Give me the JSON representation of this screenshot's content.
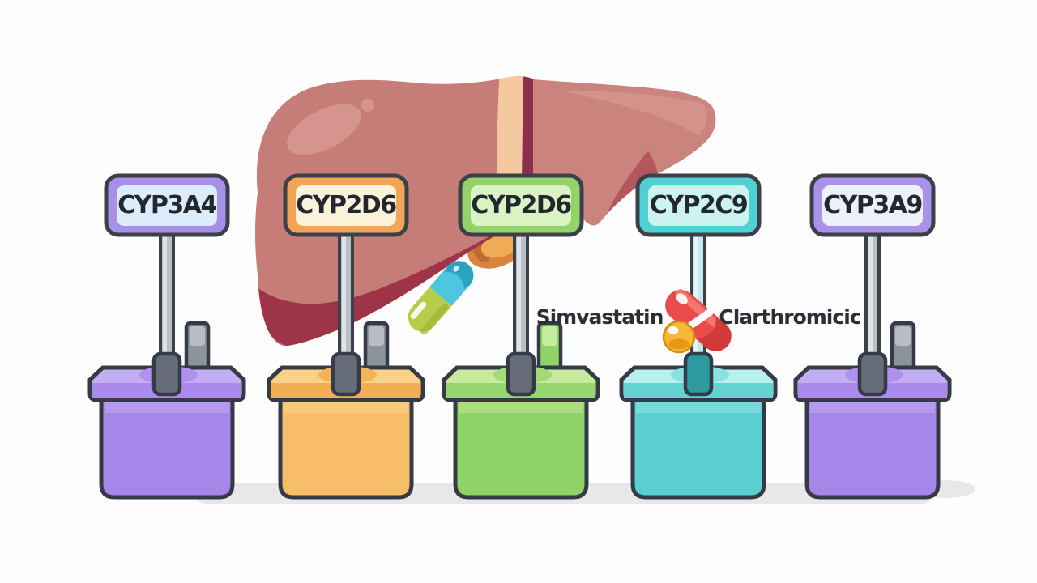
{
  "scene": {
    "background_color": "#fdfdfd",
    "outline_color": "#353b46",
    "ground_shadow_color": "#e8e8ea",
    "text_color": "#23272f"
  },
  "liver": {
    "name": "liver",
    "left_lobe_color": "#c67d78",
    "right_lobe_color": "#cb837d",
    "underside_color": "#9d3447",
    "highlight_color": "#d6948e",
    "ligament_band_color": "#f5c99f",
    "fissure_color": "#8d2e4c",
    "gallbladder_color": "#f0ab57"
  },
  "signs": [
    {
      "label": "CYP3A4",
      "frame_color": "#a88fe7",
      "panel_color": "#dcecfa",
      "post_color": "#b9bfc7"
    },
    {
      "label": "CYP2D6",
      "frame_color": "#f2a557",
      "panel_color": "#faf3da",
      "post_color": "#b9bfc7"
    },
    {
      "label": "CYP2D6",
      "frame_color": "#94d369",
      "panel_color": "#d9f4c2",
      "post_color": "#b9bfc7"
    },
    {
      "label": "CYP2C9",
      "frame_color": "#4fd0d2",
      "panel_color": "#ccf3f0",
      "post_color": "#c2e9eb"
    },
    {
      "label": "CYP3A9",
      "frame_color": "#aa91e9",
      "panel_color": "#edf1fa",
      "post_color": "#b9bfc7"
    }
  ],
  "bins": [
    {
      "body_color": "#a686e8",
      "lid_color": "#c3adf3",
      "stub": "gray"
    },
    {
      "body_color": "#f7bd68",
      "lid_color": "#fad287",
      "stub": "gray"
    },
    {
      "body_color": "#8fd367",
      "lid_color": "#c6eb9d",
      "stub": "green"
    },
    {
      "body_color": "#59cfd0",
      "lid_color": "#b7f0ee",
      "stub": "none"
    },
    {
      "body_color": "#a686e8",
      "lid_color": "#c3adf3",
      "stub": "gray"
    }
  ],
  "drug_labels": {
    "left": "Simvastatin",
    "right": "Clarthromicic"
  },
  "pills": [
    {
      "name": "green-cyan-capsule",
      "colors": [
        "#b5cd49",
        "#4fc6df"
      ]
    },
    {
      "name": "red-capsule",
      "color": "#ea4b4b"
    },
    {
      "name": "yellow-round-pill",
      "color": "#f7b737"
    }
  ]
}
